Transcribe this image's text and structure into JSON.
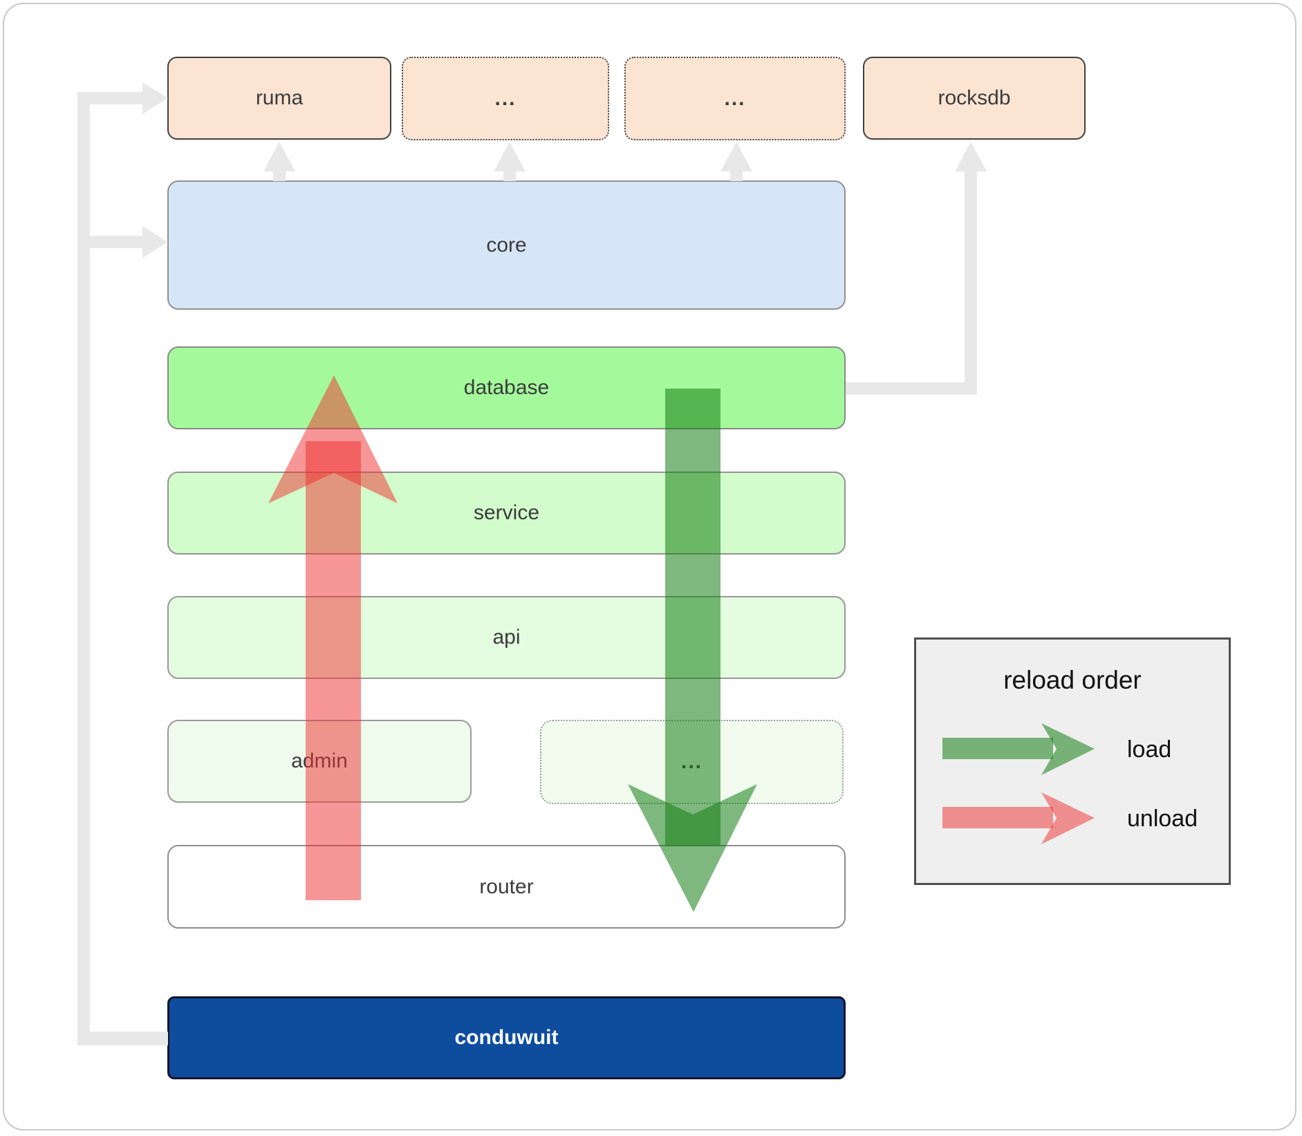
{
  "diagram": {
    "external_row": {
      "ruma": "ruma",
      "etc_1": "...",
      "etc_2": "...",
      "rocksdb": "rocksdb"
    },
    "crates": {
      "core": "core",
      "database": "database",
      "service": "service",
      "api": "api",
      "admin": "admin",
      "admin_etc": "...",
      "router": "router"
    },
    "root": {
      "conduwuit": "conduwuit"
    }
  },
  "legend": {
    "title": "reload order",
    "load_label": "load",
    "unload_label": "unload"
  },
  "colors": {
    "load_arrow_green": "#147d14",
    "unload_arrow_red": "#f02d2d",
    "connector_gray": "#e8e8e8",
    "external_fill_peach": "#fce4d3",
    "core_fill_blue": "#d6e6f8",
    "database_fill_green": "#a4fa9b",
    "conduwuit_fill_blue": "#0e4d9e",
    "legend_fill_gray": "#efefef"
  }
}
